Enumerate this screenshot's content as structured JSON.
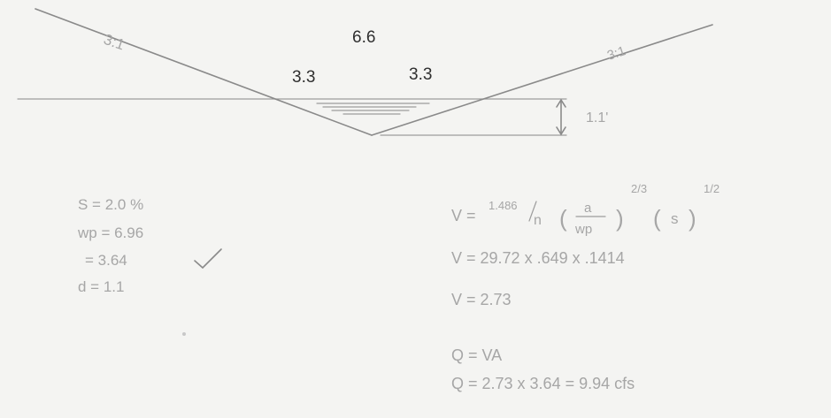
{
  "sketch": {
    "top_width": "6.6",
    "half_width_left": "3.3",
    "half_width_right": "3.3",
    "slope_left": "3:1",
    "slope_right": "3:1",
    "depth": "1.1'"
  },
  "given": {
    "slope": "S = 2.0 %",
    "wetted_perimeter": "wp = 6.96",
    "area": "= 3.64",
    "depth": "d = 1.1"
  },
  "calc": {
    "formula_prefix": "V =",
    "formula_coef": "1.486",
    "formula_n": "n",
    "formula_a": "a",
    "formula_wp": "wp",
    "formula_exp1": "2/3",
    "formula_s": "s",
    "formula_exp2": "1/2",
    "line2": "V = 29.72 x .649 x .1414",
    "line3": "V = 2.73",
    "line4": "Q = VA",
    "line5": "Q = 2.73 x 3.64 = 9.94 cfs"
  },
  "colors": {
    "pencil": "#8a8a8a",
    "dark_ink": "#2f2f2f",
    "paper": "#f4f4f2"
  }
}
